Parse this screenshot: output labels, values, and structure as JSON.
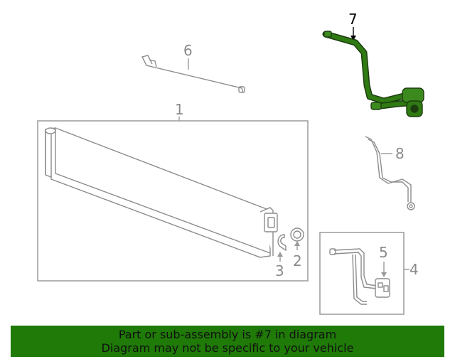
{
  "callouts": {
    "part1": "1",
    "part2": "2",
    "part3": "3",
    "part4": "4",
    "part5": "5",
    "part6": "6",
    "part7": "7",
    "part8": "8"
  },
  "banner": {
    "line1": "Part or sub-assembly is #7 in diagram",
    "line2": "Diagram may not be specific to your vehicle"
  },
  "colors": {
    "highlight": "#2f7a12",
    "banner": "#1f7a07",
    "line": "#9a9a9a"
  }
}
